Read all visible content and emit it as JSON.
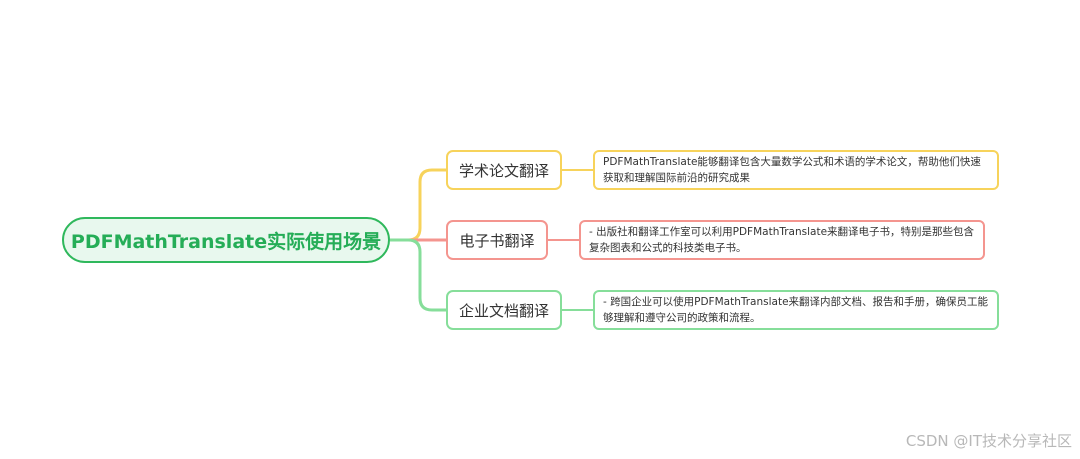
{
  "root": {
    "label": "PDFMathTranslate实际使用场景",
    "color": "#2fb85c"
  },
  "branches": [
    {
      "label": "学术论文翻译",
      "description": "PDFMathTranslate能够翻译包含大量数学公式和术语的学术论文，帮助他们快速获取和理解国际前沿的研究成果",
      "color": "#f7d35b"
    },
    {
      "label": "电子书翻译",
      "description": "- 出版社和翻译工作室可以利用PDFMathTranslate来翻译电子书，特别是那些包含复杂图表和公式的科技类电子书。",
      "color": "#f4958f"
    },
    {
      "label": "企业文档翻译",
      "description": "- 跨国企业可以使用PDFMathTranslate来翻译内部文档、报告和手册，确保员工能够理解和遵守公司的政策和流程。",
      "color": "#86de9a"
    }
  ],
  "watermark": "CSDN @IT技术分享社区"
}
